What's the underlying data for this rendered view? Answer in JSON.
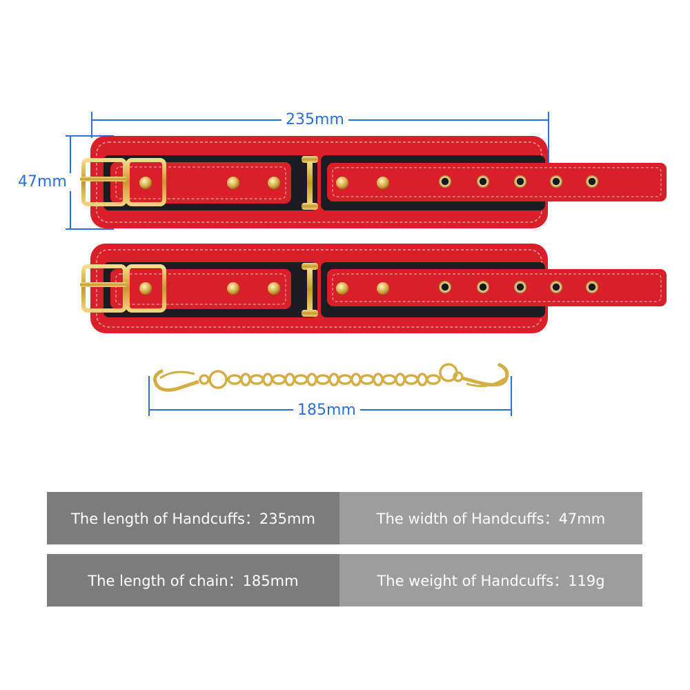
{
  "dimensions": {
    "cuff_length": "235mm",
    "cuff_width": "47mm",
    "chain_length": "185mm"
  },
  "specs": [
    {
      "left": "The length of Handcuffs：235mm",
      "right": "The width of Handcuffs：47mm"
    },
    {
      "left": "The length of chain：185mm",
      "right": "The weight of Handcuffs：119g"
    }
  ],
  "colors": {
    "dimension_line": "#2b6fd6",
    "leather_red": "#d8202a",
    "leather_black": "#1c1c22",
    "hardware_gold": "#d8b24a",
    "spec_dark": "#7c7c7c",
    "spec_light": "#9d9d9d"
  }
}
